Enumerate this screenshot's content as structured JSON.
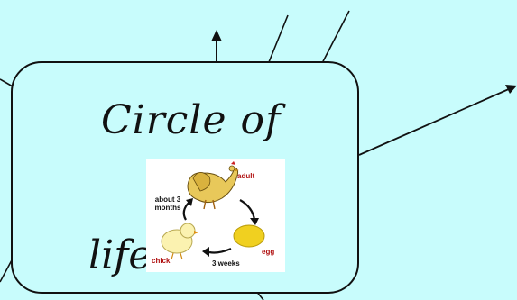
{
  "diagram": {
    "title_line1": "Circle of",
    "title_line2": "life",
    "image": {
      "label_adult": "adult",
      "label_egg": "egg",
      "label_chick": "chick",
      "label_duration_egg_to_chick": "3 weeks",
      "label_duration_chick_to_adult": "about 3 months"
    }
  },
  "colors": {
    "background": "#c8fcfc",
    "stroke": "#111111",
    "label_red": "#b01010"
  }
}
